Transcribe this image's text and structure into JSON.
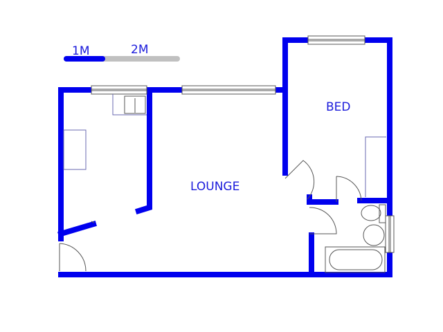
{
  "scale_bar": {
    "label_1": "1M",
    "label_2": "2M"
  },
  "rooms": {
    "lounge": "LOUNGE",
    "bed": "BED"
  },
  "colors": {
    "wall": "#0000ee",
    "scale_grey": "#c0c0c0",
    "fixture": "#555555",
    "cupboard": "#6a6ab0"
  }
}
